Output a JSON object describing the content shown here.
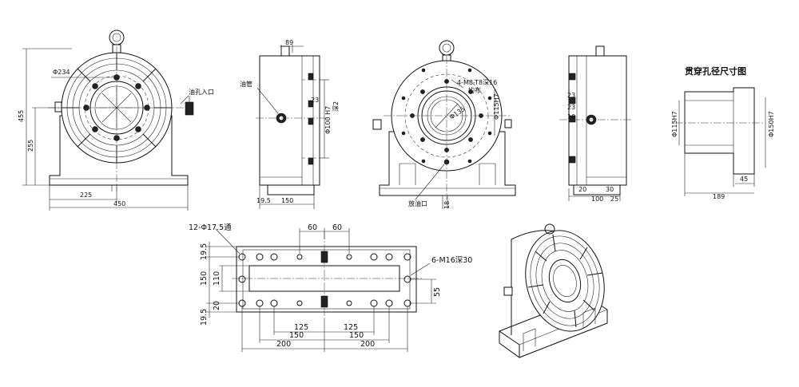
{
  "front_view": {
    "dia_234": "Φ234",
    "oil_inlet": "油孔入口",
    "h_455": "455",
    "h_255": "255",
    "w_225": "225",
    "w_450": "450"
  },
  "side_view": {
    "top_89": "89",
    "oil_cup": "油管",
    "d_23": "23",
    "d_100": "Φ100 H7",
    "note_deep": "深2",
    "w_150": "150",
    "w_19_5": "19.5"
  },
  "rear_view": {
    "bolt_note": "4-M8-T8深16",
    "bolt_note2": "均布",
    "pcd": "Φ135",
    "dia_115": "Φ115H7",
    "drain": "放油口",
    "d_18": "18"
  },
  "right_side_view": {
    "d_23a": "23",
    "d_23b": "23",
    "d_10": "10",
    "w_20": "20",
    "w_100": "100",
    "w_25": "25",
    "w_30": "30"
  },
  "bore_view": {
    "title": "贯穿孔径尺寸图",
    "d_115": "Φ115H7",
    "d_150": "Φ150H7",
    "w_45": "45",
    "w_189": "189"
  },
  "plan_view": {
    "holes_12": "12-Φ17.5通",
    "holes_6": "6-M16深30",
    "top_60a": "60",
    "top_60b": "60",
    "left_19_5a": "19.5",
    "left_150": "150",
    "left_110": "110",
    "left_20": "20",
    "left_19_5b": "19.5",
    "right_55": "55",
    "b_125a": "125",
    "b_125b": "125",
    "b_150a": "150",
    "b_150b": "150",
    "b_200a": "200",
    "b_200b": "200"
  }
}
